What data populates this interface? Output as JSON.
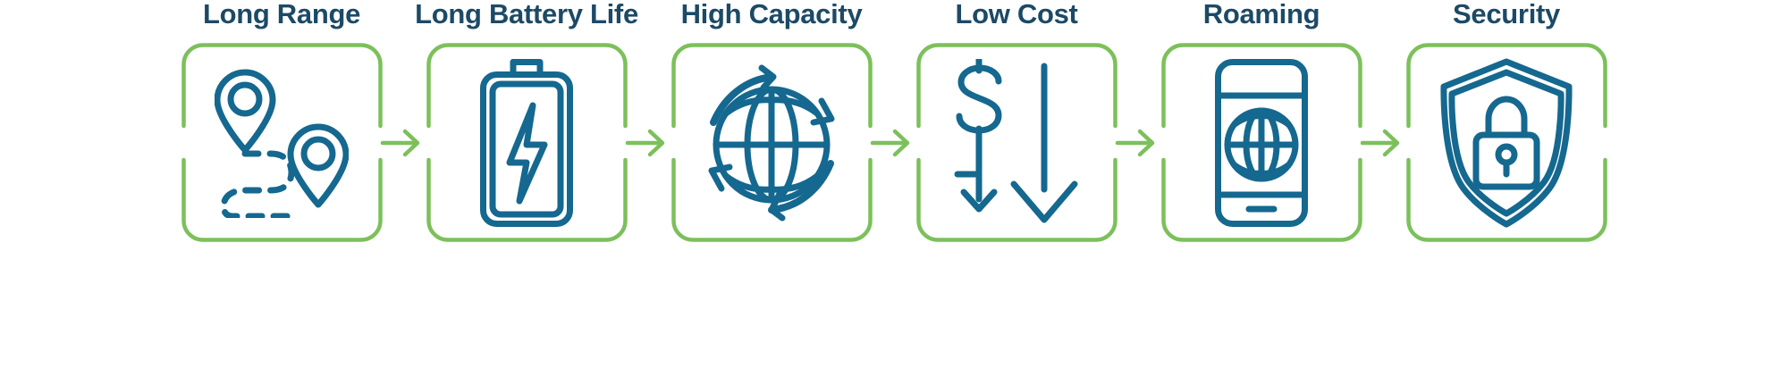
{
  "theme": {
    "title_color": "#1c4a66",
    "card_border_color": "#7cc05b",
    "arrow_color": "#7cc05b",
    "icon_color": "#15688f",
    "background_color": "#ffffff"
  },
  "cards": [
    {
      "title": "Long Range",
      "icon": "map-pins-route-icon",
      "icon_label": "two map location pins connected by a dashed winding path"
    },
    {
      "title": "Long Battery Life",
      "icon": "battery-lightning-icon",
      "icon_label": "battery outline containing a lightning bolt"
    },
    {
      "title": "High Capacity",
      "icon": "globe-refresh-icon",
      "icon_label": "globe encircled by two curved refresh arrows"
    },
    {
      "title": "Low Cost",
      "icon": "dollar-down-arrow-icon",
      "icon_label": "dollar sign beside a large downward arrow"
    },
    {
      "title": "Roaming",
      "icon": "phone-globe-icon",
      "icon_label": "smartphone displaying a globe"
    },
    {
      "title": "Security",
      "icon": "shield-lock-icon",
      "icon_label": "shield containing a padlock"
    }
  ],
  "connectors": [
    {
      "name": "arrow-1",
      "icon": "arrow-right-icon"
    },
    {
      "name": "arrow-2",
      "icon": "arrow-right-icon"
    },
    {
      "name": "arrow-3",
      "icon": "arrow-right-icon"
    },
    {
      "name": "arrow-4",
      "icon": "arrow-right-icon"
    },
    {
      "name": "arrow-5",
      "icon": "arrow-right-icon"
    }
  ]
}
